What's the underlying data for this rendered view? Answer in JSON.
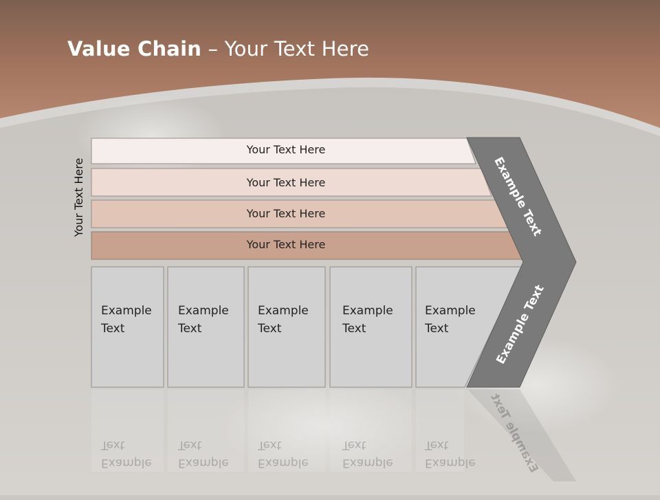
{
  "title": {
    "bold": "Value Chain",
    "rest": " – Your Text Here"
  },
  "side_label": "Your Text Here",
  "bands": [
    {
      "label": "Your Text Here",
      "color": "#f6eeec"
    },
    {
      "label": "Your Text Here",
      "color": "#eedcd4"
    },
    {
      "label": "Your Text Here",
      "color": "#e1c5b7"
    },
    {
      "label": "Your Text Here",
      "color": "#c9a28f"
    }
  ],
  "columns": [
    {
      "label": "Example\nText"
    },
    {
      "label": "Example\nText"
    },
    {
      "label": "Example\nText"
    },
    {
      "label": "Example\nText"
    },
    {
      "label": "Example\nText"
    }
  ],
  "arrow": {
    "upper_label": "Example Text",
    "lower_label": "Example Text",
    "color": "#7a7a7a"
  },
  "colors": {
    "header": "#a2735d",
    "column_fill": "#d1d1d1",
    "column_border": "#8e8e8e"
  }
}
